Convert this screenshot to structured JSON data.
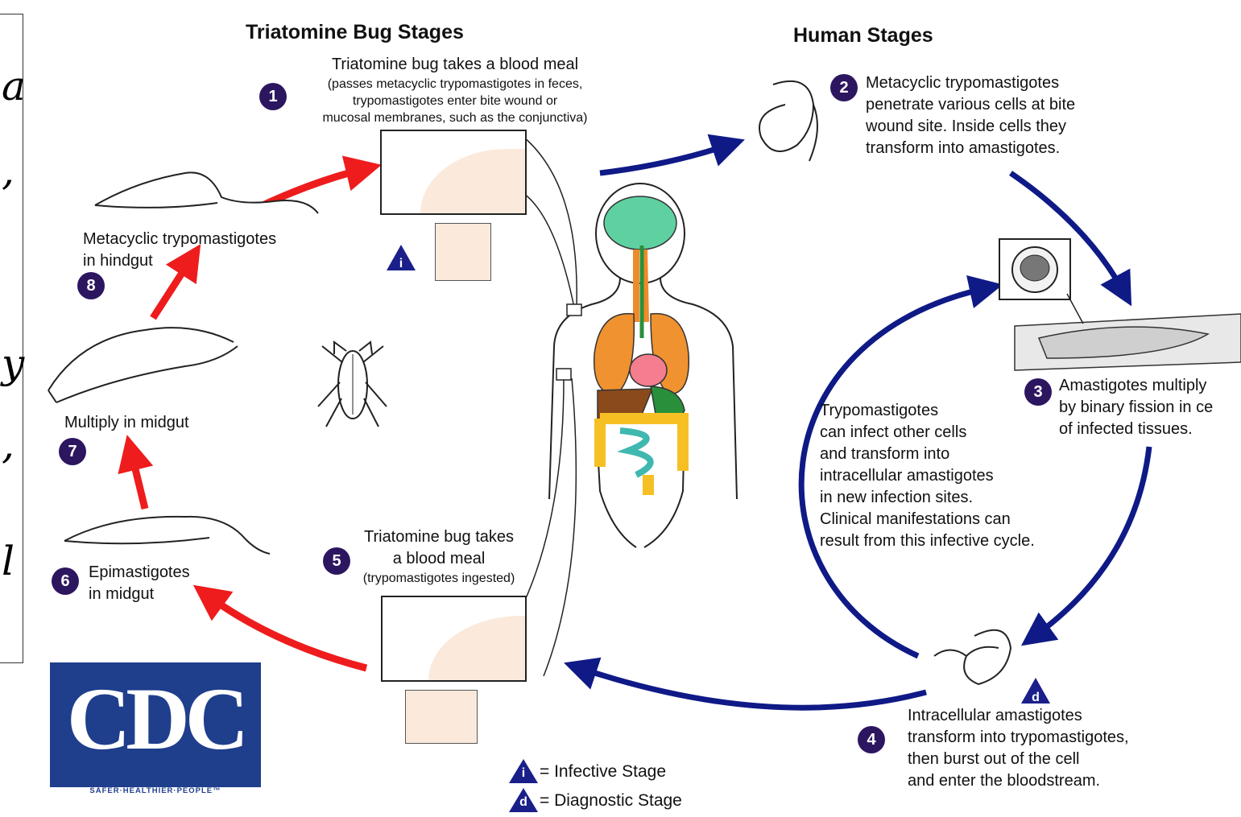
{
  "side_panel": {
    "chars": [
      "a",
      ",",
      "",
      "y",
      ",",
      "l"
    ]
  },
  "headers": {
    "bug": "Triatomine Bug Stages",
    "human": "Human Stages"
  },
  "stages": {
    "s1": {
      "num": "1",
      "title": "Triatomine bug takes a blood meal",
      "detail_1": "(passes metacyclic trypomastigotes in feces,",
      "detail_2": "trypomastigotes enter bite wound or",
      "detail_3": "mucosal membranes, such as the conjunctiva)"
    },
    "s2": {
      "num": "2",
      "line_1": "Metacyclic trypomastigotes",
      "line_2": "penetrate various cells at bite",
      "line_3": "wound site.  Inside cells they",
      "line_4": "transform into amastigotes."
    },
    "s3": {
      "num": "3",
      "line_1": "Amastigotes multiply",
      "line_2": "by binary fission in ce",
      "line_3": "of infected tissues."
    },
    "s4": {
      "num": "4",
      "line_1": "Intracellular amastigotes",
      "line_2": "transform into trypomastigotes,",
      "line_3": "then burst out of the cell",
      "line_4": "and enter the bloodstream."
    },
    "s5": {
      "num": "5",
      "line_1": "Triatomine bug takes",
      "line_2": "a blood meal",
      "detail": "(trypomastigotes ingested)"
    },
    "s6": {
      "num": "6",
      "line_1": "Epimastigotes",
      "line_2": "in midgut"
    },
    "s7": {
      "num": "7",
      "line_1": "Multiply in midgut"
    },
    "s8": {
      "num": "8",
      "line_1": "Metacyclic trypomastigotes",
      "line_2": "in hindgut"
    }
  },
  "cycle_note": {
    "line_1": "Trypomastigotes",
    "line_2": "can infect other cells",
    "line_3": "and transform into",
    "line_4": "intracellular amastigotes",
    "line_5": "in new infection sites.",
    "line_6": "Clinical manifestations can",
    "line_7": "result from this infective cycle."
  },
  "legend": {
    "infective_letter": "i",
    "infective_label": "= Infective Stage",
    "diagnostic_letter": "d",
    "diagnostic_label": "= Diagnostic Stage"
  },
  "logo": {
    "wordmark": "CDC",
    "tagline": "SAFER·HEALTHIER·PEOPLE™"
  },
  "colors": {
    "human_arrow": "#0f1a86",
    "bug_arrow": "#ee1c1c",
    "number_badge": "#2d1660",
    "stage_icon": "#1a1f8a",
    "logo_blue": "#1f3e8c"
  }
}
